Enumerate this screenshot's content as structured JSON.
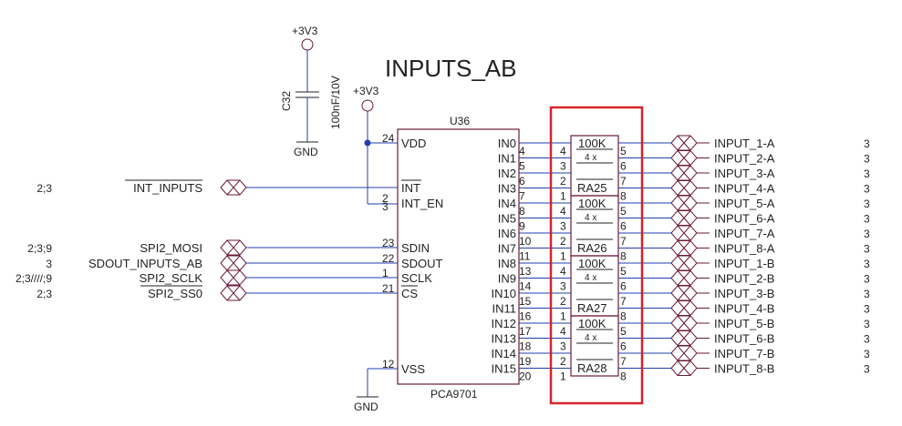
{
  "title": "INPUTS_AB",
  "cap": {
    "ref": "C32",
    "value": "100nF/10V",
    "power": "+3V3",
    "gnd": "GND"
  },
  "chip": {
    "ref": "U36",
    "part": "PCA9701",
    "power": "+3V3",
    "gnd": "GND",
    "left_pins": [
      {
        "name": "VDD",
        "num": "24"
      },
      {
        "name": "INT",
        "num": ""
      },
      {
        "name": "INT_EN",
        "num": "2"
      },
      {
        "name": "",
        "num": "3"
      },
      {
        "name": "SDIN",
        "num": "23"
      },
      {
        "name": "SDOUT",
        "num": "22"
      },
      {
        "name": "SCLK",
        "num": "1"
      },
      {
        "name": "CS",
        "num": "21"
      },
      {
        "name": "VSS",
        "num": "12"
      }
    ],
    "right_pins": [
      {
        "name": "IN0",
        "num": "4"
      },
      {
        "name": "IN1",
        "num": "5"
      },
      {
        "name": "IN2",
        "num": "6"
      },
      {
        "name": "IN3",
        "num": "7"
      },
      {
        "name": "IN4",
        "num": "8"
      },
      {
        "name": "IN5",
        "num": "9"
      },
      {
        "name": "IN6",
        "num": "10"
      },
      {
        "name": "IN7",
        "num": "11"
      },
      {
        "name": "IN8",
        "num": "13"
      },
      {
        "name": "IN9",
        "num": "14"
      },
      {
        "name": "IN10",
        "num": "15"
      },
      {
        "name": "IN11",
        "num": "16"
      },
      {
        "name": "IN12",
        "num": "17"
      },
      {
        "name": "IN13",
        "num": "18"
      },
      {
        "name": "IN14",
        "num": "19"
      },
      {
        "name": "IN15",
        "num": "20"
      }
    ]
  },
  "left_nets": [
    {
      "name": "INT_INPUTS",
      "ref": "2;3"
    },
    {
      "name": "SPI2_MOSI",
      "ref": "2;3;9"
    },
    {
      "name": "SDOUT_INPUTS_AB",
      "ref": "3"
    },
    {
      "name": "SPI2_SCLK",
      "ref": "2;3////;9"
    },
    {
      "name": "SPI2_SS0",
      "ref": "2;3"
    }
  ],
  "resistor_arrays": [
    {
      "value": "100K",
      "mult": "4 x",
      "ref": "RA25",
      "left": [
        "4",
        "3",
        "2",
        "1"
      ],
      "right": [
        "5",
        "6",
        "7",
        "8"
      ]
    },
    {
      "value": "100K",
      "mult": "4 x",
      "ref": "RA26",
      "left": [
        "4",
        "3",
        "2",
        "1"
      ],
      "right": [
        "5",
        "6",
        "7",
        "8"
      ]
    },
    {
      "value": "100K",
      "mult": "4 x",
      "ref": "RA27",
      "left": [
        "4",
        "3",
        "2",
        "1"
      ],
      "right": [
        "5",
        "6",
        "7",
        "8"
      ]
    },
    {
      "value": "100K",
      "mult": "4 x",
      "ref": "RA28",
      "left": [
        "4",
        "3",
        "2",
        "1"
      ],
      "right": [
        "5",
        "6",
        "7",
        "8"
      ]
    }
  ],
  "right_nets": [
    {
      "name": "INPUT_1-A",
      "ref": "3"
    },
    {
      "name": "INPUT_2-A",
      "ref": "3"
    },
    {
      "name": "INPUT_3-A",
      "ref": "3"
    },
    {
      "name": "INPUT_4-A",
      "ref": "3"
    },
    {
      "name": "INPUT_5-A",
      "ref": "3"
    },
    {
      "name": "INPUT_6-A",
      "ref": "3"
    },
    {
      "name": "INPUT_7-A",
      "ref": "3"
    },
    {
      "name": "INPUT_8-A",
      "ref": "3"
    },
    {
      "name": "INPUT_1-B",
      "ref": "3"
    },
    {
      "name": "INPUT_2-B",
      "ref": "3"
    },
    {
      "name": "INPUT_3-B",
      "ref": "3"
    },
    {
      "name": "INPUT_4-B",
      "ref": "3"
    },
    {
      "name": "INPUT_5-B",
      "ref": "3"
    },
    {
      "name": "INPUT_6-B",
      "ref": "3"
    },
    {
      "name": "INPUT_7-B",
      "ref": "3"
    },
    {
      "name": "INPUT_8-B",
      "ref": "3"
    }
  ],
  "colors": {
    "wire": "#1f3fb0",
    "body": "#6b1a3a",
    "highlight": "#d6232b"
  }
}
